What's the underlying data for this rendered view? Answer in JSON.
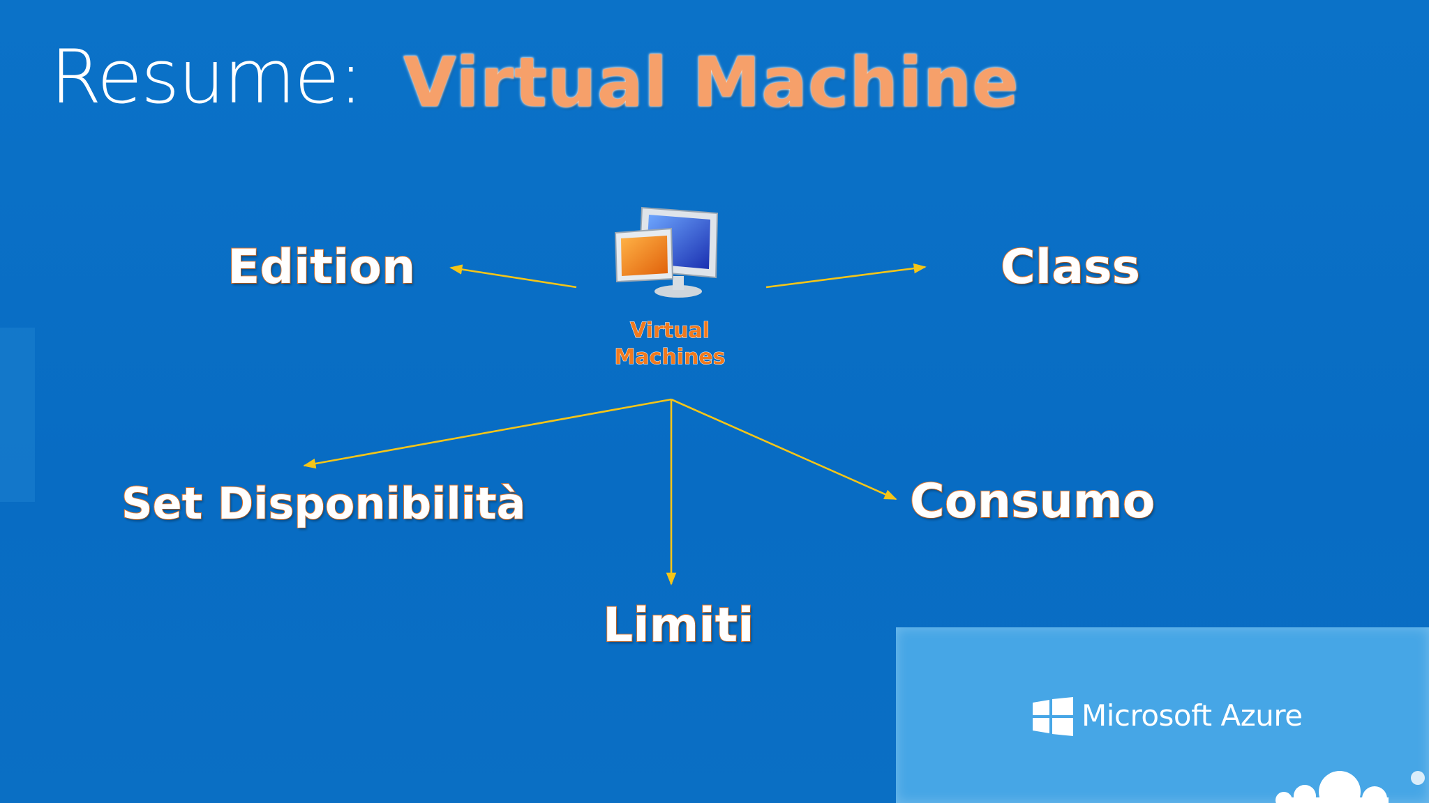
{
  "title": {
    "prefix": "Resume:",
    "main": "Virtual Machine"
  },
  "center": {
    "label_line1": "Virtual",
    "label_line2": "Machines",
    "icon": "computer-monitor-icon"
  },
  "nodes": {
    "edition": "Edition",
    "class": "Class",
    "set_disponibilita": "Set Disponibilità",
    "consumo": "Consumo",
    "limiti": "Limiti"
  },
  "branding": {
    "text": "Microsoft Azure",
    "icon": "windows-logo-icon"
  },
  "colors": {
    "background": "#0a70c6",
    "arrow": "#f5c518",
    "title_accent": "#f6a06a",
    "node_outline": "#e67a2e",
    "azure_panel": "#46a6e6"
  }
}
